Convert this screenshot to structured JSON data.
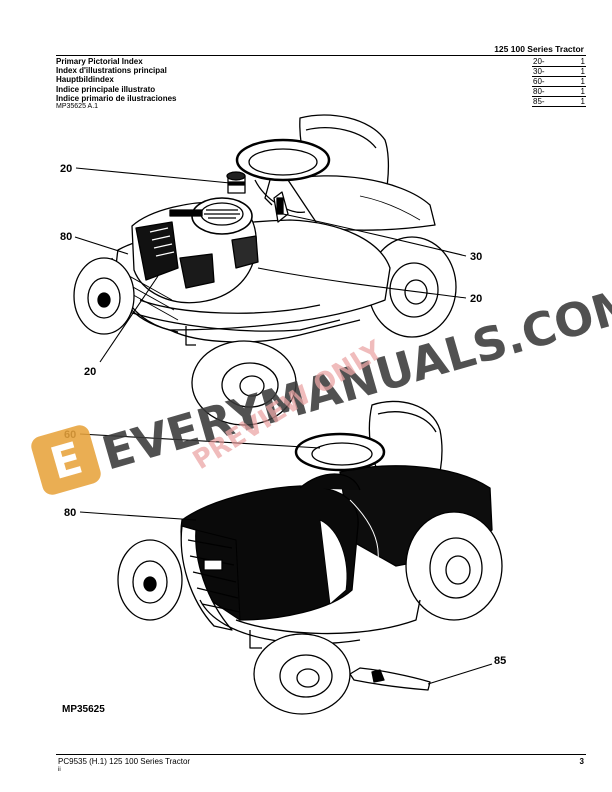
{
  "header": {
    "tractor_title": "125 100 Series Tractor",
    "titles": [
      "Primary Pictorial Index",
      "Index d'illustrations principal",
      "Hauptbildindex",
      "Indice principale illustrato",
      "Indice primario de ilustraciones"
    ],
    "figure_ref": "MP35625 A.1",
    "index_table": [
      {
        "ref": "20-",
        "page": "1"
      },
      {
        "ref": "30-",
        "page": "1"
      },
      {
        "ref": "60-",
        "page": "1"
      },
      {
        "ref": "80-",
        "page": "1"
      },
      {
        "ref": "85-",
        "page": "1"
      }
    ]
  },
  "callouts": {
    "top_20_a": "20",
    "top_80": "80",
    "top_30": "30",
    "top_20_b": "20",
    "top_20_c": "20",
    "bottom_60": "60",
    "bottom_80": "80",
    "bottom_85": "85"
  },
  "figure_label": "MP35625",
  "watermark": {
    "text": "EVERYMANUALS.COM",
    "overlay": "PREVIEW ONLY",
    "logo_letter": "E",
    "logo_color": "#E8A33C"
  },
  "footer": {
    "doc": "PC9535   (H.1)   125 100 Series Tractor",
    "sub": "ii",
    "page": "3"
  }
}
